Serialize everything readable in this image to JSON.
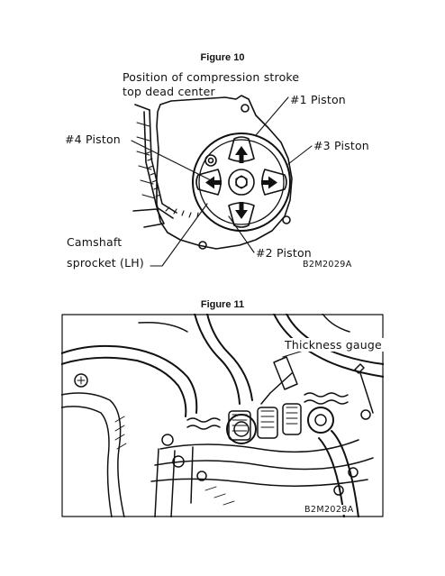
{
  "figure10": {
    "caption": "Figure 10",
    "title_line1": "Position of compression stroke",
    "title_line2": "top dead center",
    "labels": {
      "piston1": "#1 Piston",
      "piston2": "#2 Piston",
      "piston3": "#3 Piston",
      "piston4": "#4 Piston",
      "camshaft_line1": "Camshaft",
      "camshaft_line2": "sprocket (LH)"
    },
    "code": "B2M2029A"
  },
  "figure11": {
    "caption": "Figure 11",
    "label": "Thickness gauge",
    "code": "B2M2028A"
  }
}
